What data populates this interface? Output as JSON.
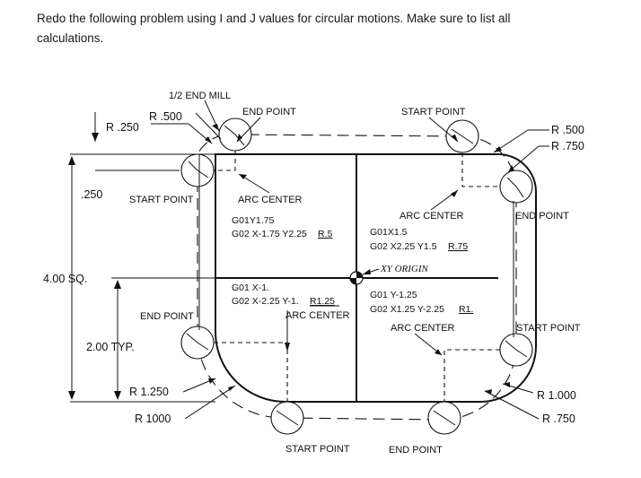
{
  "instructions": {
    "line1": "Redo the following problem using I and J values for circular motions. Make sure to list all",
    "line2": "calculations."
  },
  "labels": {
    "end_mill": "1/2 END MILL",
    "r500_left": "R .500",
    "r250": "R .250",
    "end_point_top": "END POINT",
    "start_point_top": "START POINT",
    "r500_right": "R .500",
    "r750_right": "R .750",
    "dim_250": ".250",
    "start_point_left": "START POINT",
    "arc_center_top_left": "ARC CENTER",
    "code_tl_1": "G01Y1.75",
    "code_tl_2": "G02 X-1.75 Y2.25",
    "code_tl_r": "R.5",
    "arc_center_top_right": "ARC CENTER",
    "end_point_right": "END POINT",
    "code_tr_1": "G01X1.5",
    "code_tr_2": "G02 X2.25 Y1.5",
    "code_tr_r": "R.75",
    "xy_origin": "XY  ORIGIN",
    "dim_4_sq": "4.00 SQ.",
    "code_bl_1": "G01 X-1.",
    "code_bl_2": "G02 X-2.25 Y-1.",
    "code_bl_r": "R1.25",
    "arc_center_bottom_left": "ARC CENTER",
    "code_br_1": "G01 Y-1.25",
    "code_br_2": "G02 X1.25 Y-2.25",
    "code_br_r": "R1.",
    "end_point_left": "END POINT",
    "arc_center_bottom_right": "ARC CENTER",
    "start_point_right": "START POINT",
    "dim_2_typ": "2.00 TYP.",
    "r1250": "R 1.250",
    "r1000_right": "R 1.000",
    "r1000_left": "R 1000",
    "r750_bottom_right": "R .750",
    "start_point_bottom": "START POINT",
    "end_point_bottom": "END POINT"
  }
}
